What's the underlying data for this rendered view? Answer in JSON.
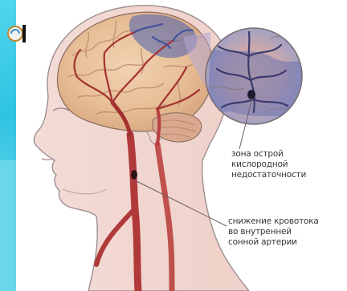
{
  "diagram": {
    "annotations": {
      "hypoxia_zone": {
        "lines": [
          "зона острой",
          "кислородной",
          "недостаточности"
        ]
      },
      "blood_flow": {
        "lines": [
          "снижение кровотока",
          "во внутренней",
          "сонной артерии"
        ]
      }
    }
  },
  "colors": {
    "slide_accent": "#2ec3e2",
    "artery_red": "#b03a3a",
    "hypoxia_blue": "#4a5fae",
    "brain_tan": "#e7b98f",
    "skin": "#f6e7e3",
    "label_text": "#3a3436"
  },
  "icons": {
    "slide_logo": "circle-logo-icon"
  }
}
